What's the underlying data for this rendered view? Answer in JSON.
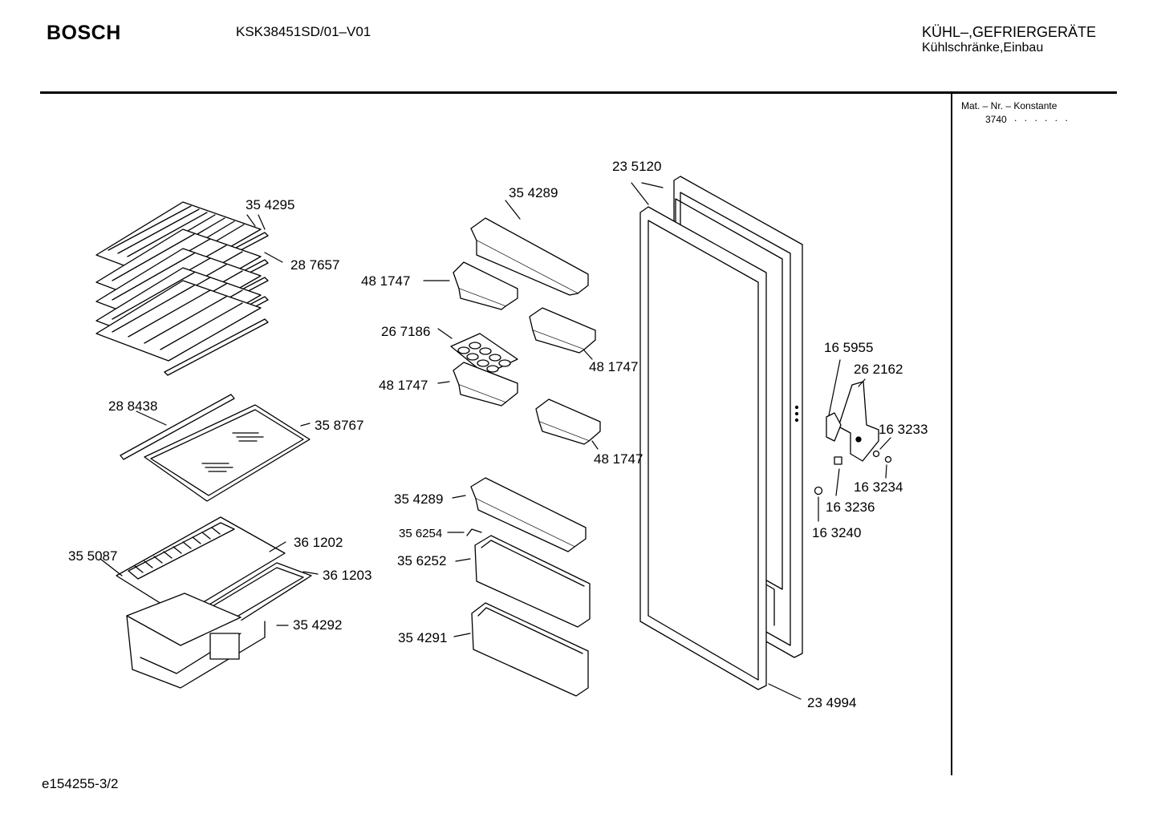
{
  "header": {
    "brand": "BOSCH",
    "model": "KSK38451SD/01–V01",
    "category_line1": "KÜHL–,GEFRIERGERÄTE",
    "category_line2": "Kühlschränke,Einbau"
  },
  "side_panel": {
    "title": "Mat. – Nr. – Konstante",
    "value": "3740",
    "dots": ". . . . . ."
  },
  "footer": {
    "code": "e154255-3/2"
  },
  "part_labels": [
    {
      "id": "p1",
      "text": "35 4295"
    },
    {
      "id": "p2",
      "text": "28 7657"
    },
    {
      "id": "p3",
      "text": "28 8438"
    },
    {
      "id": "p4",
      "text": "35 8767"
    },
    {
      "id": "p5",
      "text": "35 5087"
    },
    {
      "id": "p6",
      "text": "36 1202"
    },
    {
      "id": "p7",
      "text": "36 1203"
    },
    {
      "id": "p8",
      "text": "35 4292"
    },
    {
      "id": "p9",
      "text": "35 4289"
    },
    {
      "id": "p10",
      "text": "48 1747"
    },
    {
      "id": "p11",
      "text": "26 7186"
    },
    {
      "id": "p12",
      "text": "48 1747"
    },
    {
      "id": "p13",
      "text": "48 1747"
    },
    {
      "id": "p14",
      "text": "48 1747"
    },
    {
      "id": "p15",
      "text": "35 4289"
    },
    {
      "id": "p16",
      "text": "35 6254"
    },
    {
      "id": "p17",
      "text": "35 6252"
    },
    {
      "id": "p18",
      "text": "35 4291"
    },
    {
      "id": "p19",
      "text": "23 5120"
    },
    {
      "id": "p20",
      "text": "23 4994"
    },
    {
      "id": "p21",
      "text": "16 5955"
    },
    {
      "id": "p22",
      "text": "26 2162"
    },
    {
      "id": "p23",
      "text": "16 3233"
    },
    {
      "id": "p24",
      "text": "16 3234"
    },
    {
      "id": "p25",
      "text": "16 3236"
    },
    {
      "id": "p26",
      "text": "16 3240"
    }
  ]
}
